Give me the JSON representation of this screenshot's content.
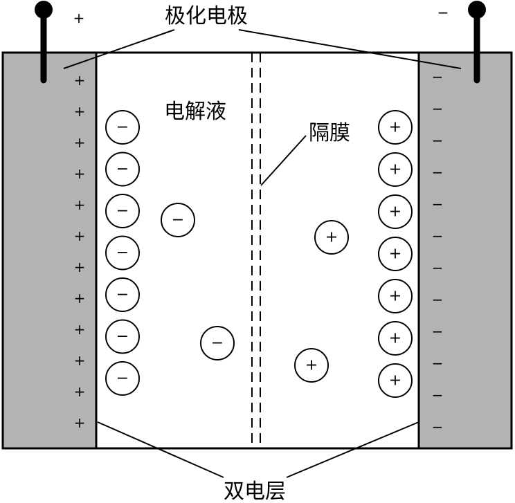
{
  "labels": {
    "polarized_electrode": "极化电极",
    "electrolyte": "电解液",
    "separator": "隔膜",
    "double_layer": "双电层"
  },
  "terminals": {
    "positive": "+",
    "negative": "−"
  },
  "electrode_charges": {
    "left": [
      "+",
      "+",
      "+",
      "+",
      "+",
      "+",
      "+",
      "+",
      "+",
      "+",
      "+",
      "+"
    ],
    "right": [
      "−",
      "−",
      "−",
      "−",
      "−",
      "−",
      "−",
      "−",
      "−",
      "−",
      "−",
      "−"
    ]
  },
  "ions": {
    "left_layer": [
      "−",
      "−",
      "−",
      "−",
      "−",
      "−",
      "−"
    ],
    "right_layer": [
      "+",
      "+",
      "+",
      "+",
      "+",
      "+",
      "+"
    ],
    "free": [
      "−",
      "+",
      "−",
      "+"
    ]
  },
  "colors": {
    "electrode_fill": "#b3b3b3",
    "line": "#000000",
    "background": "#ffffff"
  }
}
